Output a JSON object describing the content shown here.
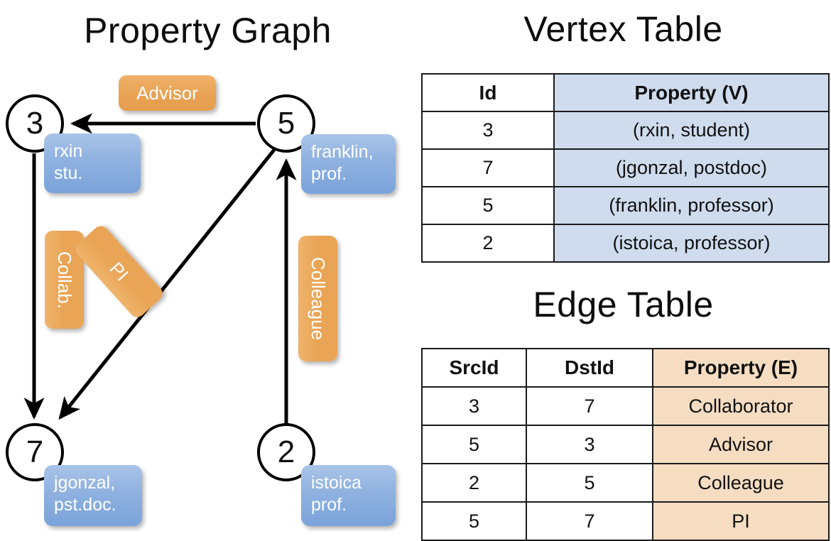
{
  "titles": {
    "property_graph": "Property Graph",
    "vertex_table": "Vertex Table",
    "edge_table": "Edge Table"
  },
  "graph": {
    "nodes": [
      {
        "id": "3",
        "property_line1": "rxin",
        "property_line2": "stu."
      },
      {
        "id": "5",
        "property_line1": "franklin,",
        "property_line2": "prof."
      },
      {
        "id": "7",
        "property_line1": "jgonzal,",
        "property_line2": "pst.doc."
      },
      {
        "id": "2",
        "property_line1": "istoica",
        "property_line2": "prof."
      }
    ],
    "edge_labels": [
      {
        "name": "advisor",
        "text": "Advisor"
      },
      {
        "name": "collab",
        "text": "Collab."
      },
      {
        "name": "pi",
        "text": "PI"
      },
      {
        "name": "colleague",
        "text": "Colleague"
      }
    ]
  },
  "vertex_table": {
    "headers": [
      "Id",
      "Property (V)"
    ],
    "rows": [
      {
        "id": "3",
        "property": "(rxin, student)"
      },
      {
        "id": "7",
        "property": "(jgonzal, postdoc)"
      },
      {
        "id": "5",
        "property": "(franklin, professor)"
      },
      {
        "id": "2",
        "property": "(istoica, professor)"
      }
    ]
  },
  "edge_table": {
    "headers": [
      "SrcId",
      "DstId",
      "Property (E)"
    ],
    "rows": [
      {
        "src": "3",
        "dst": "7",
        "property": "Collaborator"
      },
      {
        "src": "5",
        "dst": "3",
        "property": "Advisor"
      },
      {
        "src": "2",
        "dst": "5",
        "property": "Colleague"
      },
      {
        "src": "5",
        "dst": "7",
        "property": "PI"
      }
    ]
  },
  "colors": {
    "vertex_property_fill": "#cfdcee",
    "edge_property_fill": "#f6ddc2",
    "node_box_blue": "#8fb1e0",
    "edge_label_orange": "#e9a455",
    "stroke": "#000000"
  }
}
